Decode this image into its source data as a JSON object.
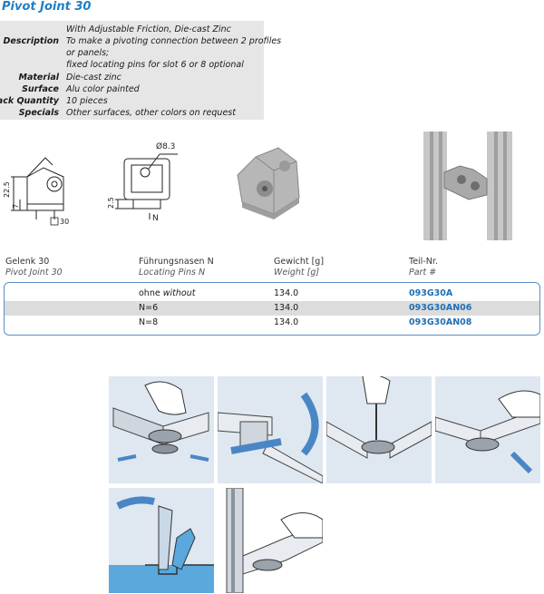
{
  "title": "Pivot Joint 30",
  "specs": [
    {
      "label": "",
      "value": "With Adjustable Friction, Die-cast Zinc"
    },
    {
      "label": "Description",
      "value": "To make a pivoting connection between 2 profiles"
    },
    {
      "label": "",
      "value": "or panels;"
    },
    {
      "label": "",
      "value": "fixed locating pins for slot 6 or 8 optional"
    },
    {
      "label": "Material",
      "value": "Die-cast zinc"
    },
    {
      "label": "Surface",
      "value": "Alu color painted"
    },
    {
      "label": "Pack Quantity",
      "value": "10 pieces"
    },
    {
      "label": "Specials",
      "value": "Other surfaces, other colors on request"
    }
  ],
  "drawing": {
    "dim_22_5": "22.5",
    "dim_7": "7",
    "dim_30": "30",
    "dim_dia": "Ø8.3",
    "dim_2_5": "2.5",
    "dim_n": "N"
  },
  "columns": [
    {
      "de": "Gelenk 30",
      "en": "Pivot Joint 30"
    },
    {
      "de": "Führungsnasen N",
      "en": "Locating Pins N"
    },
    {
      "de": "Gewicht [g]",
      "en": "Weight [g]"
    },
    {
      "de": "Teil-Nr.",
      "en": "Part #"
    }
  ],
  "rows": [
    {
      "pins_de": "ohne",
      "pins_en": "without",
      "weight": "134.0",
      "part": "093G30A"
    },
    {
      "pins_de": "N=6",
      "pins_en": "",
      "weight": "134.0",
      "part": "093G30AN06"
    },
    {
      "pins_de": "N=8",
      "pins_en": "",
      "weight": "134.0",
      "part": "093G30AN08"
    }
  ]
}
